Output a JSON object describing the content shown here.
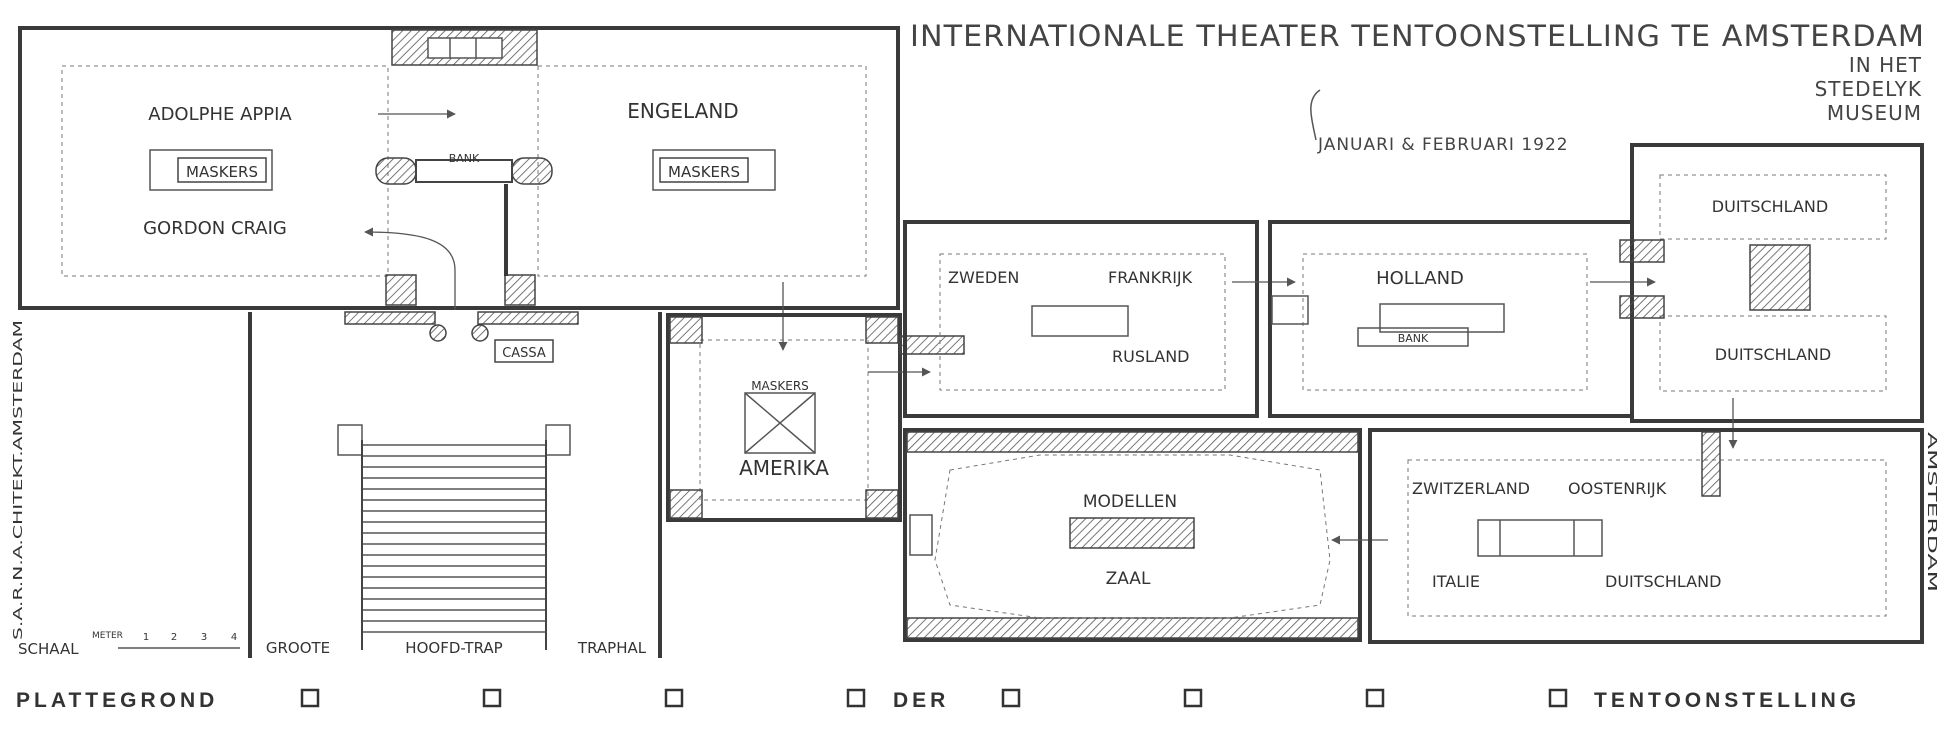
{
  "title": {
    "main": "INTERNATIONALE THEATER TENTOONSTELLING TE AMSTERDAM",
    "line1": "IN HET",
    "line2": "STEDELYK",
    "line3": "MUSEUM",
    "date": "JANUARI & FEBRUARI 1922"
  },
  "rooms": {
    "appia": "ADOLPHE APPIA",
    "craig": "GORDON CRAIG",
    "maskers1": "MASKERS",
    "bank1": "BANK",
    "engeland": "ENGELAND",
    "maskers2": "MASKERS",
    "cassa": "CASSA",
    "maskers3": "MASKERS",
    "amerika": "AMERIKA",
    "zweden": "ZWEDEN",
    "frankrijk": "FRANKRIJK",
    "rusland": "RUSLAND",
    "holland": "HOLLAND",
    "bank2": "BANK",
    "duitschland1": "DUITSCHLAND",
    "duitschland2": "DUITSCHLAND",
    "modellen": "MODELLEN",
    "zaal": "ZAAL",
    "zwitzerland": "ZWITZERLAND",
    "oostenrijk": "OOSTENRIJK",
    "italie": "ITALIE",
    "duitschland3": "DUITSCHLAND"
  },
  "stairs": {
    "groote": "GROOTE",
    "hoofdtrap": "HOOFD-TRAP",
    "traphal": "TRAPHAL"
  },
  "scale": {
    "label": "SCHAAL",
    "unit": "METER",
    "ticks": [
      "1",
      "2",
      "3",
      "4"
    ]
  },
  "side_text": {
    "left": "S.A.R.N.A.CHITEKT.AMSTERDAM",
    "right": "AMSTERDAM"
  },
  "footer": {
    "left": "PLATTEGROND",
    "middle": "DER",
    "right": "TENTOONSTELLING"
  }
}
